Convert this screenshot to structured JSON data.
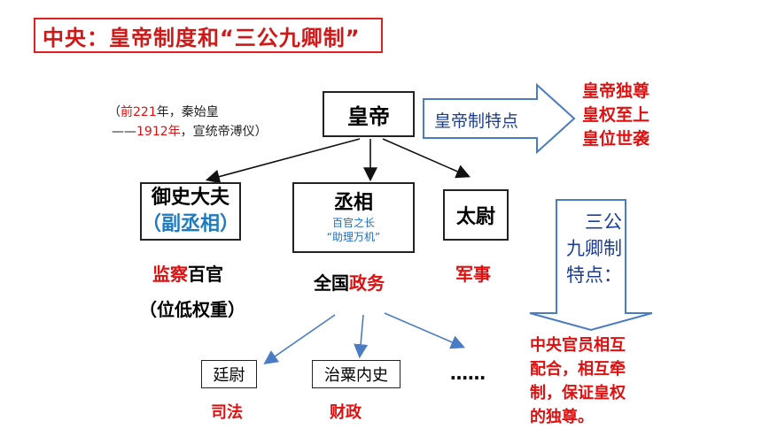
{
  "title": "中央：皇帝制度和“三公九卿制”",
  "note": {
    "open_paren": "（",
    "year1": "前221",
    "text1": "年，秦始皇",
    "dash": "——",
    "year2": "1912年",
    "text2": "，宣统帝溥仪）"
  },
  "emperor": "皇帝",
  "emperor_features_label": "皇帝制特点",
  "emperor_features": [
    "皇帝独尊",
    "皇权至上",
    "皇位世袭"
  ],
  "yushi": {
    "name": "御史大夫",
    "sub": "（副丞相）",
    "duty_red": "监察",
    "duty_black": "百官",
    "note": "（位低权重）"
  },
  "chengxiang": {
    "name": "丞相",
    "sub1": "百官之长",
    "sub2": "“助理万机”",
    "duty_black": "全国",
    "duty_red": "政务"
  },
  "taiwei": {
    "name": "太尉",
    "duty": "军事"
  },
  "sub_offices": [
    {
      "name": "廷尉",
      "duty": "司法"
    },
    {
      "name": "治粟内史",
      "duty": "财政"
    }
  ],
  "ellipsis": "……",
  "sangong_label": [
    "三公",
    "九卿制",
    "特点："
  ],
  "sangong_features": [
    "中央官员相互",
    "配合，相互牵",
    "制，保证皇权",
    "的独尊。"
  ],
  "colors": {
    "red": "#e01010",
    "blue": "#1a3e9a",
    "arrow_blue": "#4a7cc4"
  }
}
